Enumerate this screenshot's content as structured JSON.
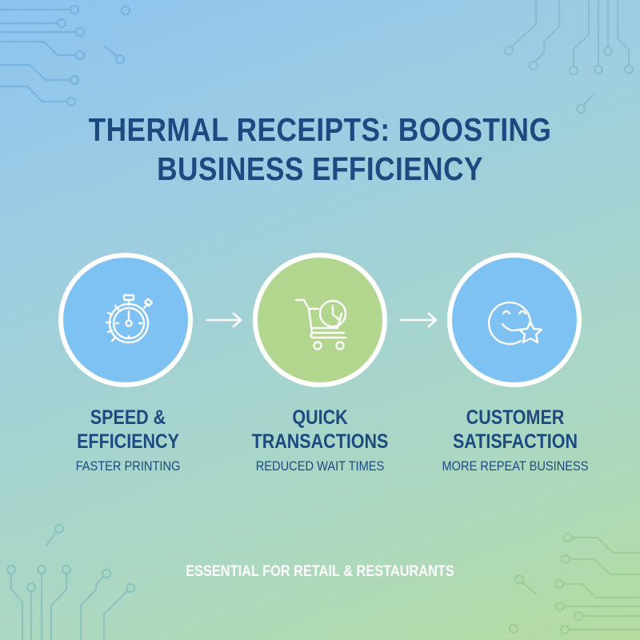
{
  "title": {
    "line1": "THERMAL RECEIPTS: BOOSTING",
    "line2": "BUSINESS EFFICIENCY"
  },
  "colors": {
    "title": "#1c4a80",
    "circle_blue": "#7ec2f3",
    "circle_green": "#b2d68e",
    "border": "#ffffff",
    "footer": "#ffffff"
  },
  "steps": [
    {
      "icon": "stopwatch-icon",
      "heading_line1": "SPEED &",
      "heading_line2": "EFFICIENCY",
      "subtitle": "FASTER PRINTING"
    },
    {
      "icon": "shopping-cart-clock-icon",
      "heading_line1": "QUICK",
      "heading_line2": "TRANSACTIONS",
      "subtitle": "REDUCED WAIT TIMES"
    },
    {
      "icon": "smiley-star-icon",
      "heading_line1": "CUSTOMER",
      "heading_line2": "SATISFACTION",
      "subtitle": "MORE REPEAT BUSINESS"
    }
  ],
  "arrows": [
    "arrow-right-icon",
    "arrow-right-icon"
  ],
  "footer": "ESSENTIAL FOR RETAIL & RESTAURANTS"
}
